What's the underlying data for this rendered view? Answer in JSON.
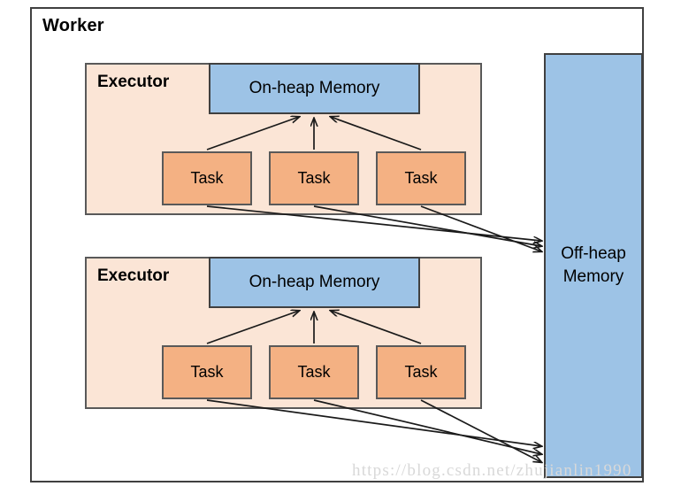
{
  "diagram": {
    "title": "Worker",
    "watermark": "https://blog.csdn.net/zhujianlin1990",
    "colors": {
      "onheap_fill": "#9DC3E6",
      "offheap_fill": "#9DC3E6",
      "executor_fill": "#FBE5D6",
      "task_fill": "#F4B183",
      "border": "#404040",
      "worker_fill": "#FFFFFF"
    },
    "executors": [
      {
        "label": "Executor",
        "memory_label": "On-heap Memory",
        "tasks": [
          {
            "label": "Task"
          },
          {
            "label": "Task"
          },
          {
            "label": "Task"
          }
        ]
      },
      {
        "label": "Executor",
        "memory_label": "On-heap Memory",
        "tasks": [
          {
            "label": "Task"
          },
          {
            "label": "Task"
          },
          {
            "label": "Task"
          }
        ]
      }
    ],
    "offheap": {
      "label_line1": "Off-heap",
      "label_line2": "Memory"
    }
  }
}
